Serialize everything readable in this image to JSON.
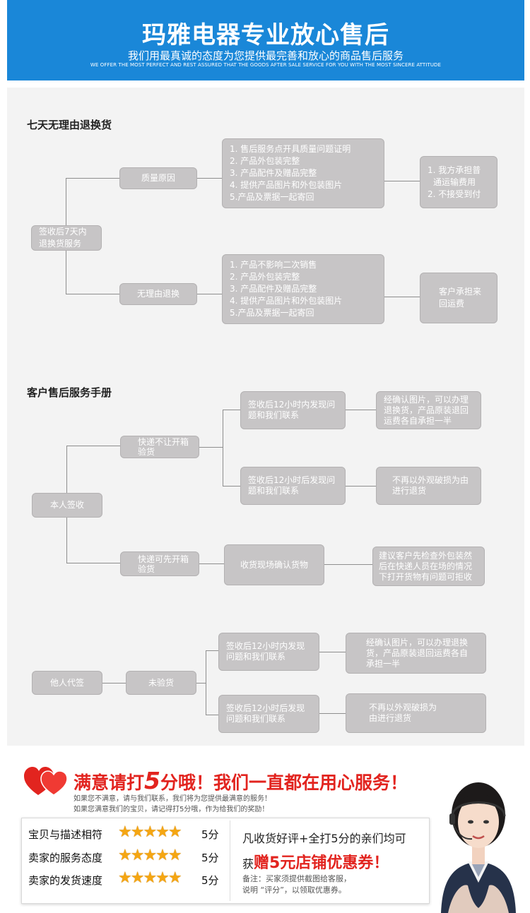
{
  "header": {
    "title": "玛雅电器专业放心售后",
    "subtitle": "我们用最真诚的态度为您提供最完善和放心的商品售后服务",
    "subtitle_en": "WE OFFER THE MOST PERFECT AND REST ASSURED THAT THE GOODS AFTER SALE SERVICE FOR YOU WITH THE MOST SINCERE ATTITUDE"
  },
  "return_section": {
    "title": "七天无理由退换货",
    "root": "签收后7天内退换货服务",
    "quality": {
      "label": "质量原因",
      "conditions": [
        "1. 售后服务点开具质量问题证明",
        "2. 产品外包装完整",
        "3. 产品配件及赠品完整",
        "4. 提供产品图片和外包装图片",
        "5.产品及票据一起寄回"
      ],
      "result": [
        "1. 我方承担普",
        "通运输费用",
        "2. 不接受到付"
      ]
    },
    "no_reason": {
      "label": "无理由退换",
      "conditions": [
        "1. 产品不影响二次销售",
        "2. 产品外包装完整",
        "3. 产品配件及赠品完整",
        "4. 提供产品图片和外包装图片",
        "5.产品及票据一起寄回"
      ],
      "result": "客户承担来回运费"
    }
  },
  "manual_section": {
    "title": "客户售后服务手册",
    "self_sign": {
      "root": "本人签收",
      "courier_no_open": {
        "label": "快递不让开箱验货",
        "within12": "签收后12小时内发现问题和我们联系",
        "within12_result": "经确认图片，可以办理退换货，产品原装退回运费各自承担一半",
        "after12": "签收后12小时后发现问题和我们联系",
        "after12_result": "不再以外观破损为由进行退货"
      },
      "courier_open": {
        "label": "快递可先开箱验货",
        "check": "收货现场确认货物",
        "result": "建议客户先检查外包装然后在快递人员在场的情况下打开货物有问题可拒收"
      }
    },
    "proxy_sign": {
      "root": "他人代签",
      "unchecked": "未验货",
      "within12": "签收后12小时内发现问题和我们联系",
      "within12_result": "经确认图片，可以办理退换货，产品原装退回运费各自承担一半",
      "after12": "签收后12小时后发现问题和我们联系",
      "after12_result": "不再以外观破损为由进行退货"
    }
  },
  "promo": {
    "headline_a": "满意请打",
    "headline_b": "5",
    "headline_c": "分哦！我们一直都在用心服务！",
    "note1": "如果您不满意，请与我们联系，我们将为您提供最满意的服务！",
    "note2": "如果您满意我们的宝贝，请记得打5分哦，作为给我们的奖励！",
    "ratings": [
      {
        "label": "宝贝与描述相符",
        "stars": "★★★★★",
        "score": "5分"
      },
      {
        "label": "卖家的服务态度",
        "stars": "★★★★★",
        "score": "5分"
      },
      {
        "label": "卖家的发货速度",
        "stars": "★★★★★",
        "score": "5分"
      }
    ],
    "offer_line1": "凡收货好评+全打5分的亲们均可",
    "offer_pre": "获",
    "offer_bold": "赠5元店铺优惠券！",
    "remark1": "备注：买家须提供截图给客服，",
    "remark2": "说明 “评分”，以领取优惠券。"
  },
  "colors": {
    "header_blue": "#1a87d8",
    "box_grey": "#c7c5c6",
    "accent_red": "#e2241f",
    "star_orange": "#f5a612"
  },
  "icons": [
    "heart-icon",
    "star-icon",
    "headset-icon"
  ]
}
